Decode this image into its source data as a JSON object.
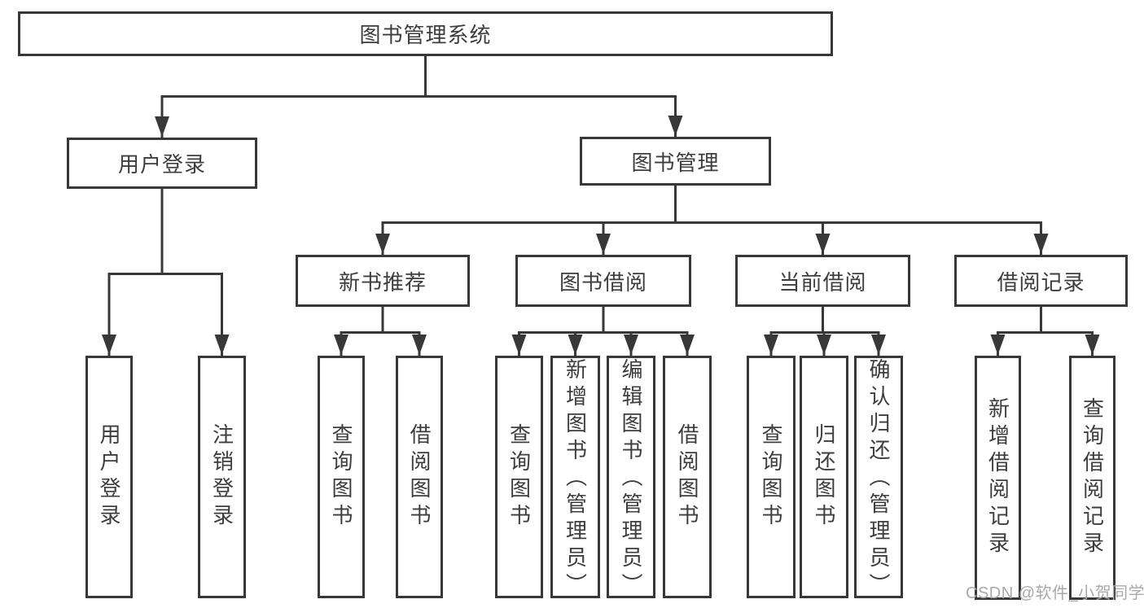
{
  "diagram": {
    "root": {
      "label": "图书管理系统"
    },
    "level2": [
      {
        "label": "用户登录"
      },
      {
        "label": "图书管理"
      }
    ],
    "level3": [
      {
        "label": "新书推荐"
      },
      {
        "label": "图书借阅"
      },
      {
        "label": "当前借阅"
      },
      {
        "label": "借阅记录"
      }
    ],
    "leaves": [
      {
        "label": "用户登录"
      },
      {
        "label": "注销登录"
      },
      {
        "label": "查询图书"
      },
      {
        "label": "借阅图书"
      },
      {
        "label": "查询图书"
      },
      {
        "label": "新增图书（管理员）"
      },
      {
        "label": "编辑图书（管理员）"
      },
      {
        "label": "借阅图书"
      },
      {
        "label": "查询图书"
      },
      {
        "label": "归还图书"
      },
      {
        "label": "确认归还（管理员）"
      },
      {
        "label": "新增借阅记录"
      },
      {
        "label": "查询借阅记录"
      }
    ]
  },
  "watermark": {
    "text": "CSDN @软件_小贺同学"
  },
  "colors": {
    "line": "#383838",
    "box_border": "#383838",
    "text": "#3d3d3d",
    "watermark": "#a9a9a9",
    "background": "#ffffff"
  }
}
